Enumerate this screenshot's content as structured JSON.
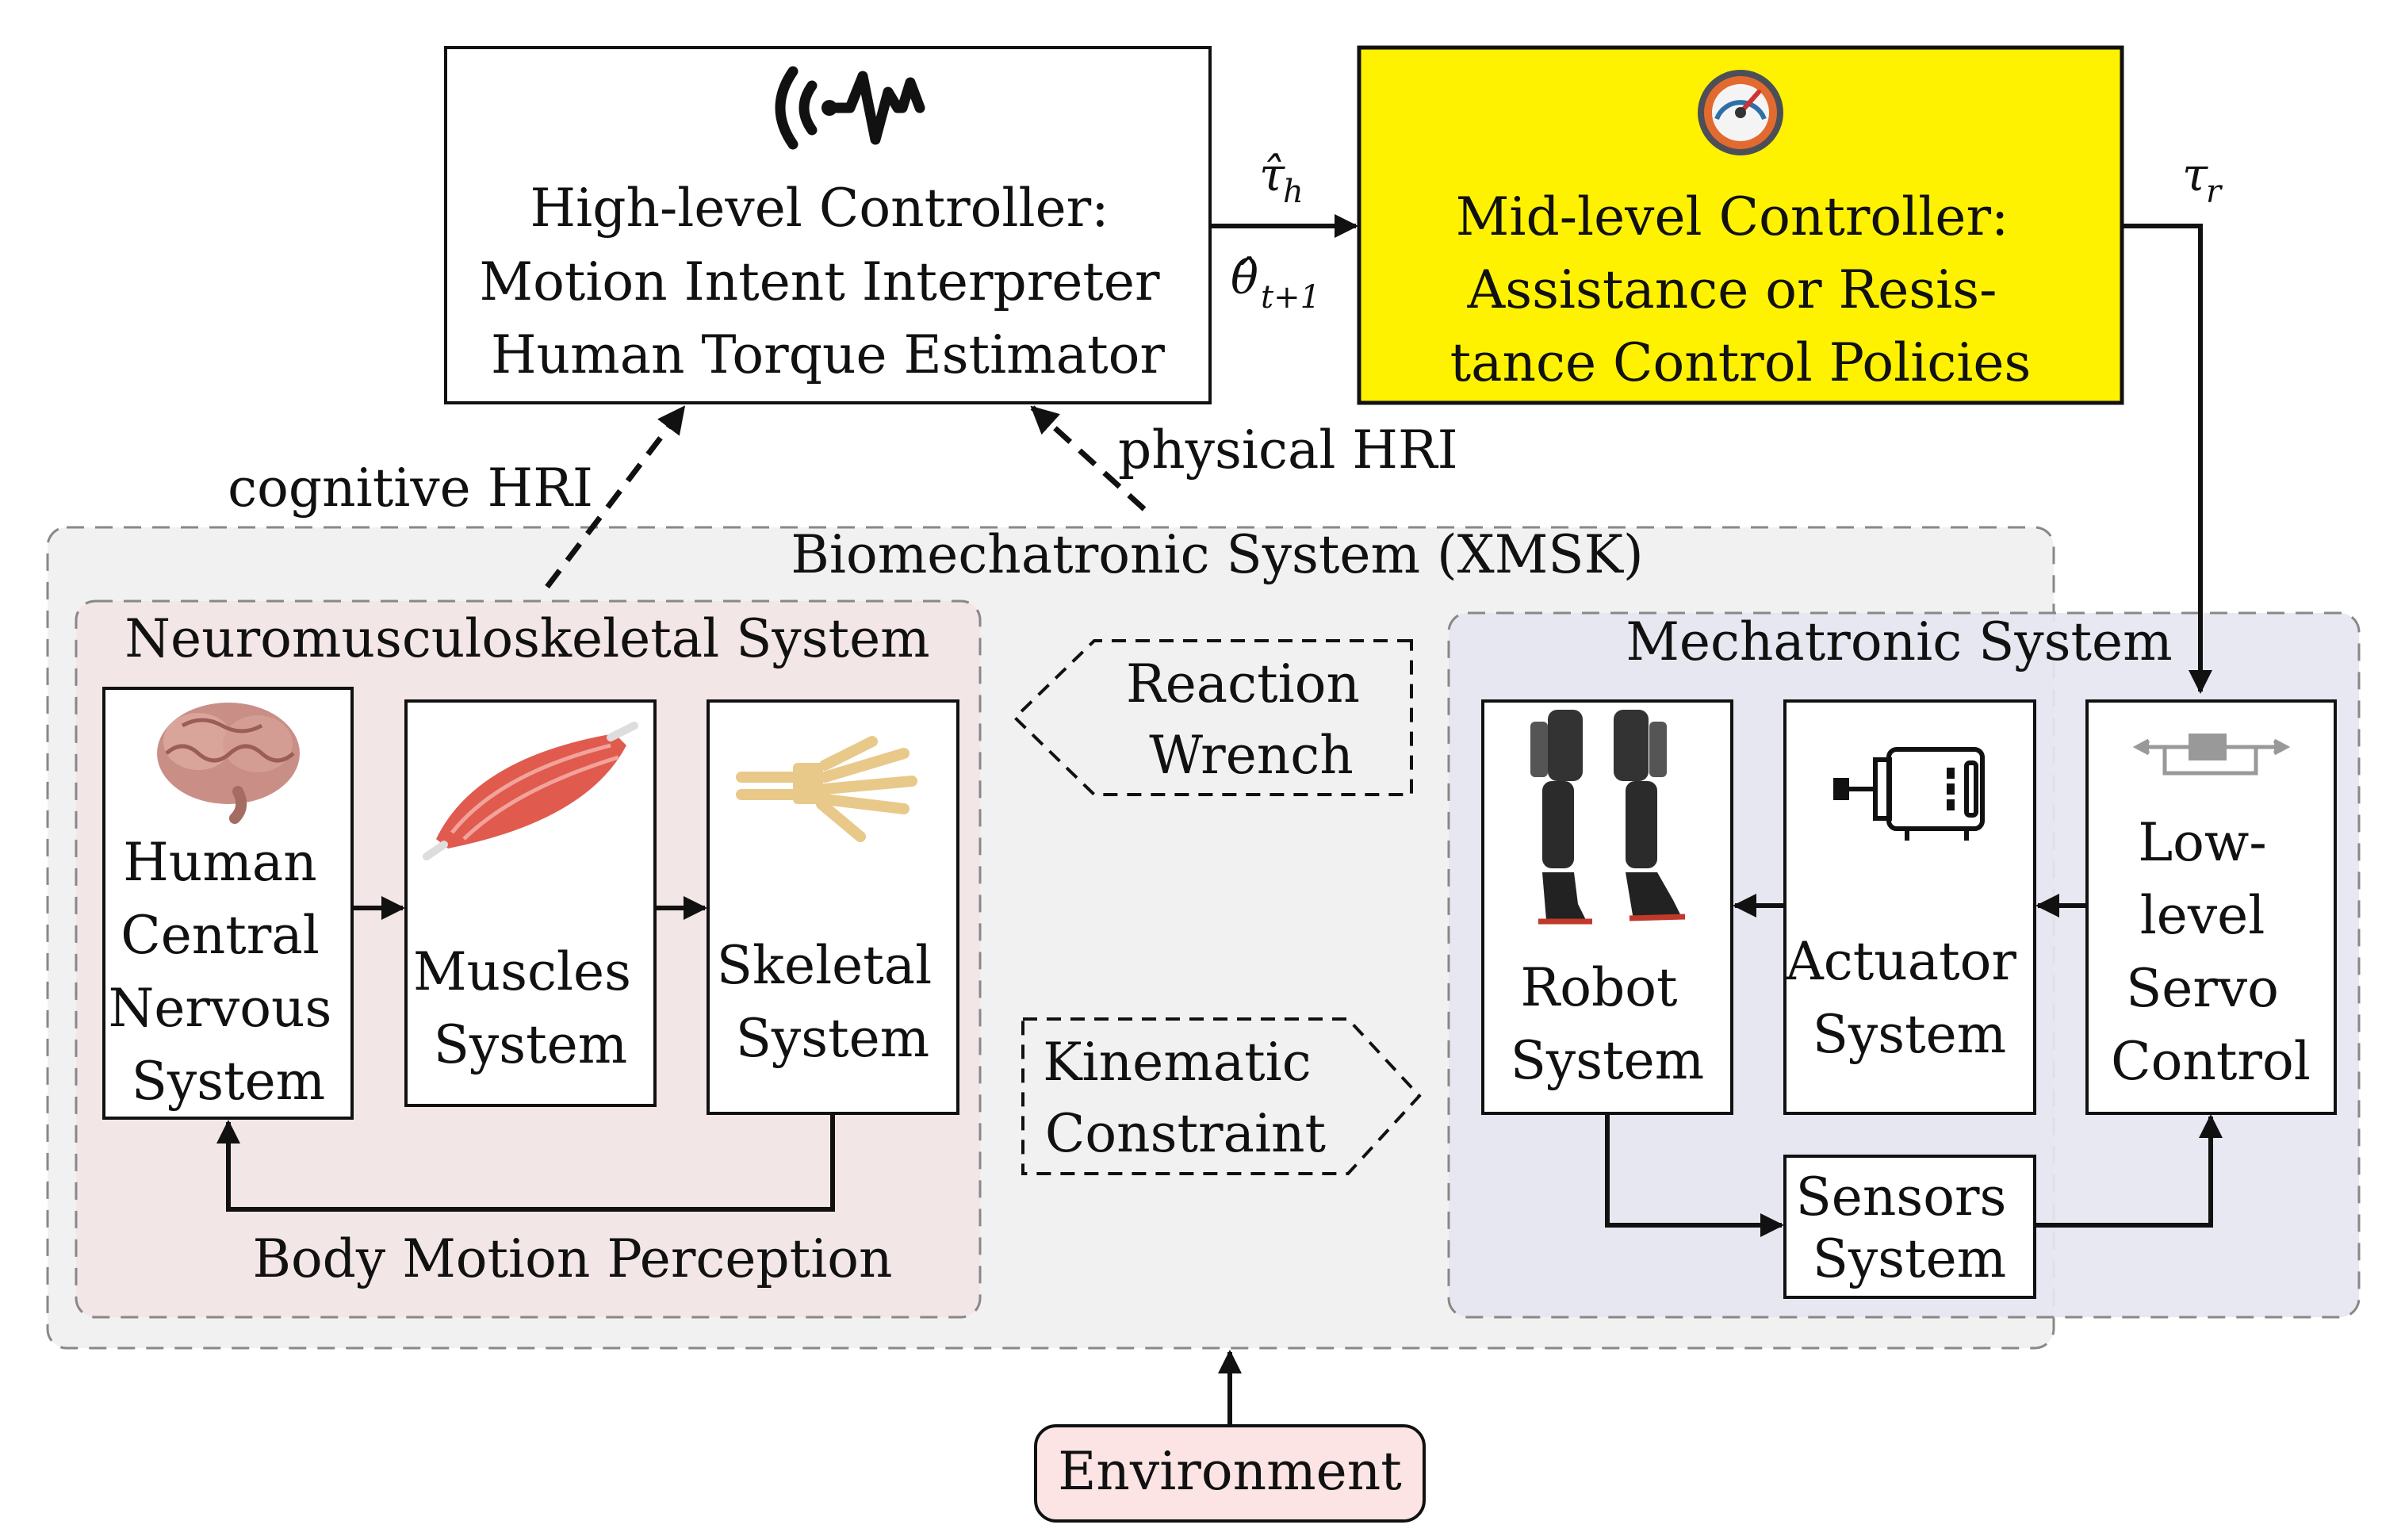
{
  "diagram": {
    "high_level": {
      "lines": [
        "High-level Controller:",
        "Motion Intent Interpreter",
        "Human Torque Estimator"
      ],
      "icon": "signal-waveform-icon"
    },
    "mid_level": {
      "lines": [
        "Mid-level Controller:",
        "Assistance or Resis-",
        "tance Control Policies"
      ],
      "icon": "speedometer-icon",
      "fill": "#fff200"
    },
    "edges": {
      "tau_h": "τ̂",
      "tau_h_sub": "h",
      "theta": "θ̂",
      "theta_sub": "t+1",
      "tau_r": "τ",
      "tau_r_sub": "r",
      "cognitive": "cognitive HRI",
      "physical": "physical HRI"
    },
    "xmsk": {
      "label": "Biomechatronic System (XMSK)",
      "fill": "#f1f1f1"
    },
    "nms": {
      "label": "Neuromusculoskeletal System",
      "fill": "#f3e6e6",
      "cns": {
        "lines": [
          "Human",
          "Central",
          "Nervous",
          "System"
        ],
        "icon": "brain-icon"
      },
      "muscles": {
        "lines": [
          "Muscles",
          "System"
        ],
        "icon": "muscle-icon"
      },
      "skeletal": {
        "lines": [
          "Skeletal",
          "System"
        ],
        "icon": "hand-skeleton-icon"
      },
      "feedback": "Body Motion Perception"
    },
    "reaction": {
      "lines": [
        "Reaction",
        "Wrench"
      ]
    },
    "kinematic": {
      "lines": [
        "Kinematic",
        "Constraint"
      ]
    },
    "mechatronic": {
      "label": "Mechatronic System",
      "fill": "#e6e6f1",
      "robot": {
        "lines": [
          "Robot",
          "System"
        ],
        "icon": "exoskeleton-icon"
      },
      "actuator": {
        "lines": [
          "Actuator",
          "System"
        ],
        "icon": "motor-icon"
      },
      "servo": {
        "lines": [
          "Low-",
          "level",
          "Servo",
          "Control"
        ],
        "icon": "control-loop-icon"
      },
      "sensors": {
        "lines": [
          "Sensors",
          "System"
        ]
      }
    },
    "environment": {
      "label": "Environment",
      "fill": "#fce4e4"
    }
  }
}
